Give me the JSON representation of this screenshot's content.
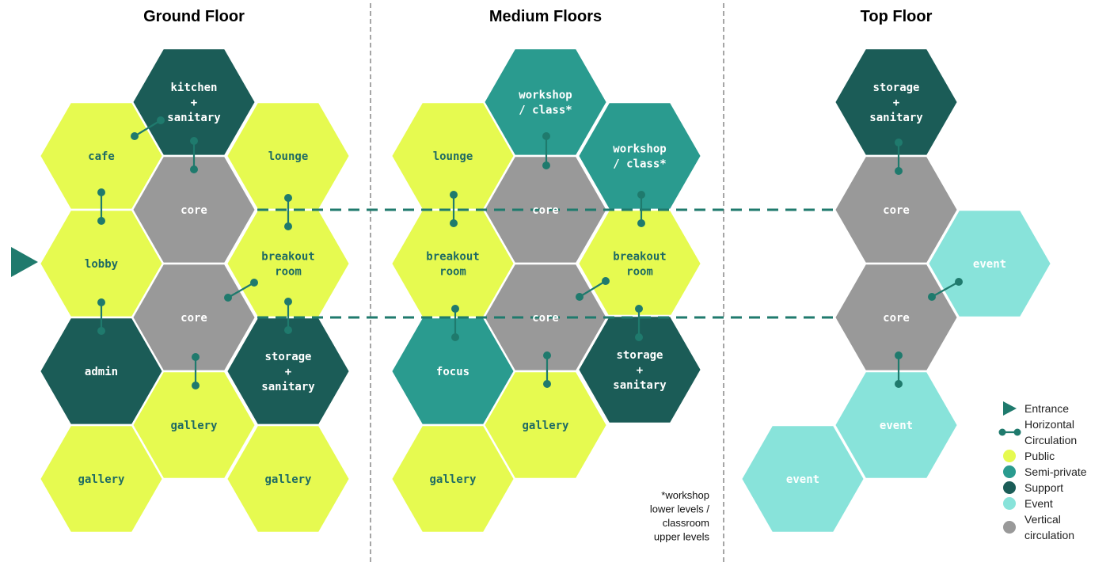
{
  "colors": {
    "public": "#e6fa50",
    "semi_private": "#2a9b8f",
    "support": "#1b5c57",
    "event": "#88e3da",
    "vertical": "#999999",
    "connector": "#1f7a6d",
    "label_dark": "#1f6b63",
    "label_light": "#ffffff"
  },
  "floors": [
    {
      "title": "Ground Floor",
      "rooms": [
        {
          "label": "kitchen\n+\nsanitary",
          "type": "support"
        },
        {
          "label": "cafe",
          "type": "public"
        },
        {
          "label": "lounge",
          "type": "public"
        },
        {
          "label": "core",
          "type": "vertical"
        },
        {
          "label": "lobby",
          "type": "public"
        },
        {
          "label": "breakout\nroom",
          "type": "public"
        },
        {
          "label": "core",
          "type": "vertical"
        },
        {
          "label": "admin",
          "type": "support"
        },
        {
          "label": "storage\n+\nsanitary",
          "type": "support"
        },
        {
          "label": "gallery",
          "type": "public"
        },
        {
          "label": "gallery",
          "type": "public"
        },
        {
          "label": "gallery",
          "type": "public"
        }
      ]
    },
    {
      "title": "Medium Floors",
      "rooms": [
        {
          "label": "workshop\n/ class*",
          "type": "semi_private"
        },
        {
          "label": "lounge",
          "type": "public"
        },
        {
          "label": "workshop\n/ class*",
          "type": "semi_private"
        },
        {
          "label": "core",
          "type": "vertical"
        },
        {
          "label": "breakout\nroom",
          "type": "public"
        },
        {
          "label": "breakout\nroom",
          "type": "public"
        },
        {
          "label": "core",
          "type": "vertical"
        },
        {
          "label": "focus",
          "type": "semi_private"
        },
        {
          "label": "storage\n+\nsanitary",
          "type": "support"
        },
        {
          "label": "gallery",
          "type": "public"
        },
        {
          "label": "gallery",
          "type": "public"
        }
      ],
      "note": [
        "*workshop",
        "lower levels /",
        "classroom",
        "upper levels"
      ]
    },
    {
      "title": "Top Floor",
      "rooms": [
        {
          "label": "storage\n+\nsanitary",
          "type": "support"
        },
        {
          "label": "core",
          "type": "vertical"
        },
        {
          "label": "event",
          "type": "event"
        },
        {
          "label": "core",
          "type": "vertical"
        },
        {
          "label": "event",
          "type": "event"
        },
        {
          "label": "event",
          "type": "event"
        }
      ]
    }
  ],
  "legend": [
    {
      "label": "Entrance",
      "icon": "triangle"
    },
    {
      "label": "Horizontal\nCirculation",
      "icon": "dumbbell"
    },
    {
      "label": "Public",
      "icon": "dot",
      "type": "public"
    },
    {
      "label": "Semi-private",
      "icon": "dot",
      "type": "semi_private"
    },
    {
      "label": "Support",
      "icon": "dot",
      "type": "support"
    },
    {
      "label": "Event",
      "icon": "dot",
      "type": "event"
    },
    {
      "label": "Vertical\ncirculation",
      "icon": "dot",
      "type": "vertical"
    }
  ]
}
